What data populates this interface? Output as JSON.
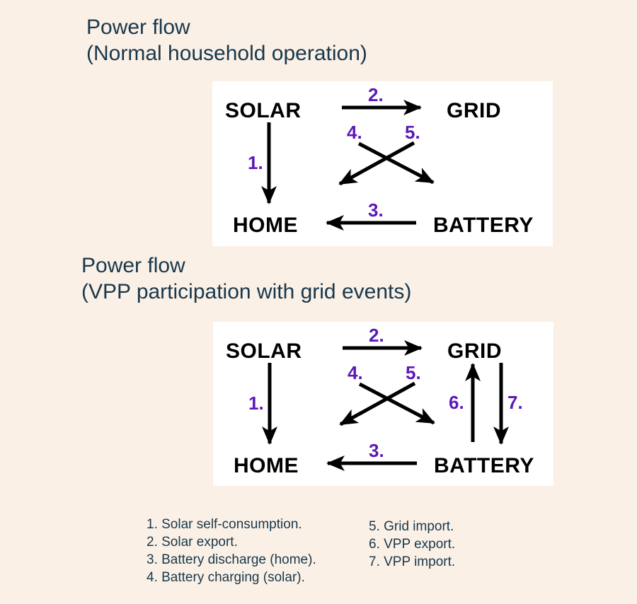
{
  "colors": {
    "page_background": "#FBF0E6",
    "panel_background": "#FFFFFF",
    "title_text": "#17384C",
    "arrow_number": "#5A19B9",
    "arrow_and_node": "#000000"
  },
  "section1": {
    "title_line1": "Power flow",
    "title_line2": "(Normal household operation)"
  },
  "section2": {
    "title_line1": "Power flow",
    "title_line2": "(VPP participation with grid events)"
  },
  "diagram1": {
    "nodes": {
      "solar": "SOLAR",
      "grid": "GRID",
      "home": "HOME",
      "battery": "BATTERY"
    },
    "arrow_labels": {
      "n1": "1.",
      "n2": "2.",
      "n3": "3.",
      "n4": "4.",
      "n5": "5."
    }
  },
  "diagram2": {
    "nodes": {
      "solar": "SOLAR",
      "grid": "GRID",
      "home": "HOME",
      "battery": "BATTERY"
    },
    "arrow_labels": {
      "n1": "1.",
      "n2": "2.",
      "n3": "3.",
      "n4": "4.",
      "n5": "5.",
      "n6": "6.",
      "n7": "7."
    }
  },
  "legend": {
    "left": [
      "1. Solar self-consumption.",
      "2. Solar export.",
      "3. Battery discharge (home).",
      "4. Battery charging (solar)."
    ],
    "right": [
      "5. Grid import.",
      "6. VPP export.",
      "7. VPP import."
    ]
  }
}
